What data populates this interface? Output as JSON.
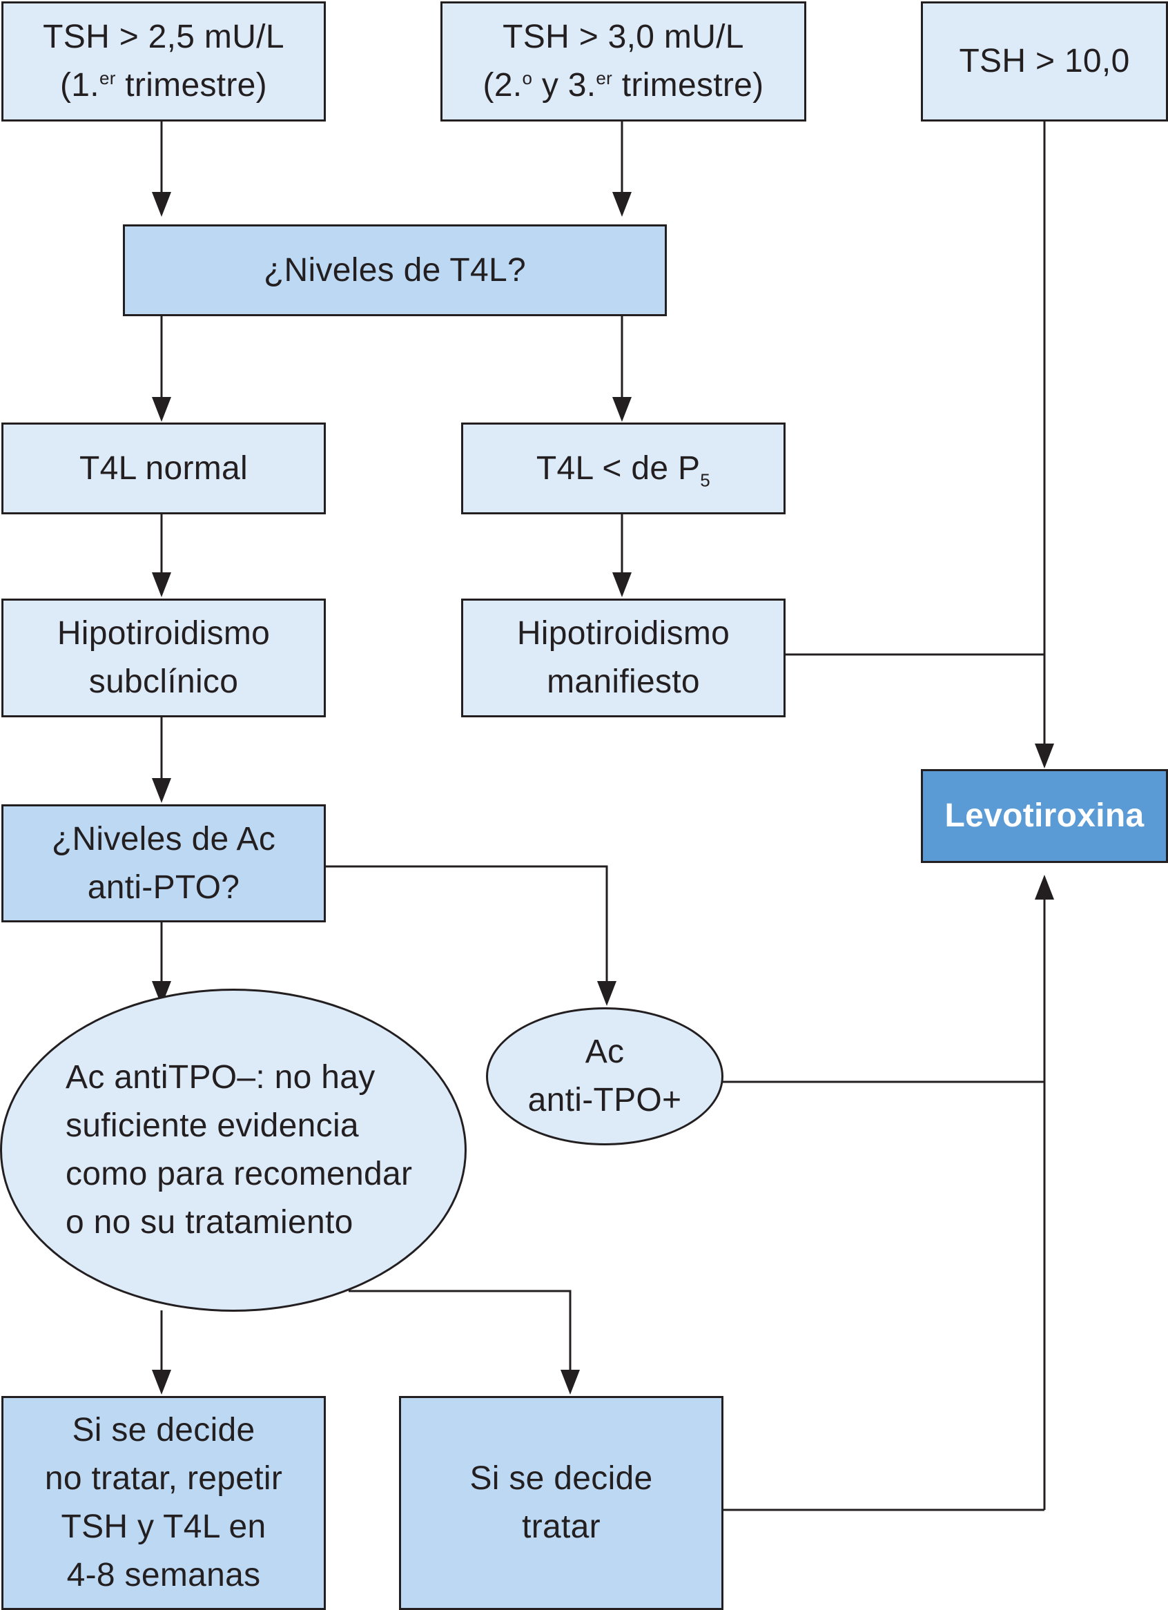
{
  "nodes": {
    "tsh_25": {
      "line1": "TSH > 2,5 mU/L",
      "line2_pre": "(1.",
      "line2_sup": "er",
      "line2_post": " trimestre)"
    },
    "tsh_30": {
      "line1": "TSH > 3,0 mU/L",
      "line2_a": "(2.",
      "line2_sup1": "o",
      "line2_b": " y 3.",
      "line2_sup2": "er",
      "line2_c": " trimestre)"
    },
    "tsh_10": {
      "line1": "TSH > 10,0"
    },
    "niveles_t4l": {
      "line1": "¿Niveles de T4L?"
    },
    "t4l_normal": {
      "line1": "T4L normal"
    },
    "t4l_low": {
      "text": "T4L < de P",
      "sub": "5"
    },
    "hipo_sub": {
      "line1": "Hipotiroidismo",
      "line2": "subclínico"
    },
    "hipo_man": {
      "line1": "Hipotiroidismo",
      "line2": "manifiesto"
    },
    "levotiroxina": {
      "line1": "Levotiroxina"
    },
    "niveles_ac": {
      "line1": "¿Niveles de Ac",
      "line2": "anti-PTO?"
    },
    "ac_pos": {
      "line1": "Ac",
      "line2": "anti-TPO+"
    },
    "ac_neg": {
      "line1": "Ac antiTPO–: no hay",
      "line2": "suficiente evidencia",
      "line3": "como para recomendar",
      "line4": "o no su tratamiento"
    },
    "no_tratar": {
      "line1": "Si se decide",
      "line2": "no tratar, repetir",
      "line3": "TSH y T4L en",
      "line4": "4-8 semanas"
    },
    "tratar": {
      "line1": "Si se decide",
      "line2": "tratar"
    }
  },
  "colors": {
    "light_fill": "#ddeaf8",
    "mid_fill": "#bcd8f2",
    "dark_fill": "#5b9bd5",
    "stroke": "#231f20"
  }
}
